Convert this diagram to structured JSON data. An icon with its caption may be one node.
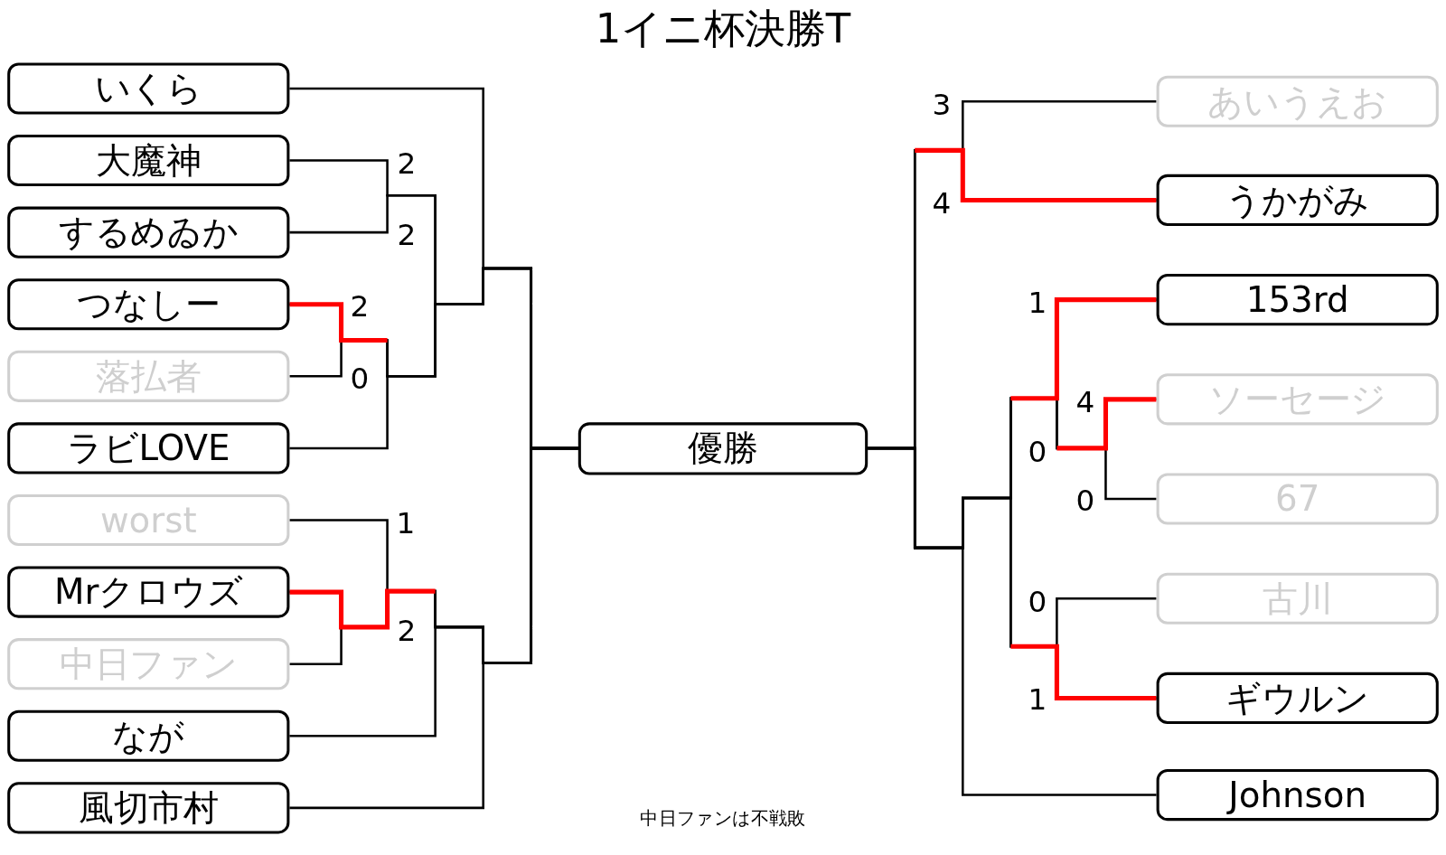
{
  "diagram": {
    "title": "1イニ杯決勝T",
    "nodes": [
      {
        "text": [
          "いくら"
        ]
      },
      {
        "text": [
          "大魔神"
        ]
      },
      {
        "text": [
          "するめゐか"
        ]
      },
      {
        "text": [
          "つなしー"
        ]
      },
      {
        "text": [
          "落払者"
        ]
      },
      {
        "text": [
          "ラビLOVE"
        ]
      },
      {
        "text": [
          "worst"
        ]
      },
      {
        "text": [
          "Mrクロウズ"
        ]
      },
      {
        "text": [
          "中日ファン"
        ]
      },
      {
        "text": [
          "なが"
        ]
      },
      {
        "text": [
          "風切市村"
        ]
      },
      {
        "text": [
          "優勝"
        ]
      },
      {
        "text": [
          "あいうえお"
        ]
      },
      {
        "text": [
          "うかがみ"
        ]
      },
      {
        "text": [
          "153rd"
        ]
      },
      {
        "text": [
          "ソーセージ"
        ]
      },
      {
        "text": [
          "67"
        ]
      },
      {
        "text": [
          "古川"
        ]
      },
      {
        "text": [
          "ギウルン"
        ]
      },
      {
        "text": [
          "Johnson"
        ]
      }
    ],
    "edges": [
      {
        "from": 0,
        "to": 11,
        "arrow": "none"
      },
      {
        "from": 1,
        "to": 11,
        "arrow": "none"
      },
      {
        "from": 2,
        "to": 11,
        "arrow": "none"
      },
      {
        "from": 3,
        "to": 11,
        "arrow": "none"
      },
      {
        "from": 4,
        "to": 11,
        "arrow": "none"
      },
      {
        "from": 5,
        "to": 11,
        "arrow": "none"
      },
      {
        "from": 6,
        "to": 11,
        "arrow": "none"
      },
      {
        "from": 7,
        "to": 11,
        "arrow": "none"
      },
      {
        "from": 8,
        "to": 11,
        "arrow": "none"
      },
      {
        "from": 9,
        "to": 11,
        "arrow": "none"
      },
      {
        "from": 10,
        "to": 11,
        "arrow": "none"
      },
      {
        "from": 12,
        "to": 11,
        "arrow": "none"
      },
      {
        "from": 13,
        "to": 11,
        "arrow": "none"
      },
      {
        "from": 14,
        "to": 11,
        "arrow": "none"
      },
      {
        "from": 15,
        "to": 11,
        "arrow": "none"
      },
      {
        "from": 16,
        "to": 11,
        "arrow": "none"
      },
      {
        "from": 17,
        "to": 11,
        "arrow": "none"
      },
      {
        "from": 18,
        "to": 11,
        "arrow": "none"
      },
      {
        "from": 19,
        "to": 11,
        "arrow": "none"
      }
    ],
    "labels": [
      "2",
      "2",
      "2",
      "0",
      "1",
      "2",
      "3",
      "4",
      "1",
      "4",
      "0",
      "0",
      "0",
      "1",
      "中日ファンは不戦敗"
    ]
  }
}
